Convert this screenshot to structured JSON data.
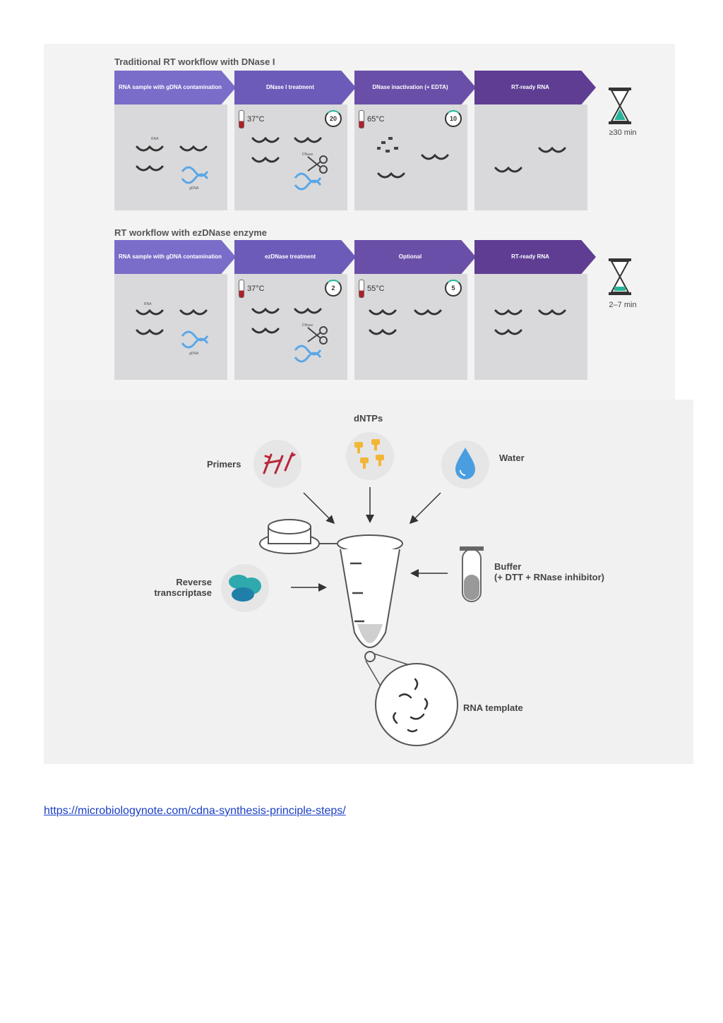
{
  "workflow_traditional": {
    "title": "Traditional RT workflow with DNase I",
    "steps": [
      {
        "label": "RNA sample with gDNA contamination",
        "temp": "",
        "timer": ""
      },
      {
        "label": "DNase I treatment",
        "temp": "37°C",
        "timer": "20"
      },
      {
        "label": "DNase inactivation (+ EDTA)",
        "temp": "65°C",
        "timer": "10"
      },
      {
        "label": "RT-ready RNA",
        "temp": "",
        "timer": ""
      }
    ],
    "duration": "≥30 min",
    "tags": {
      "rna": "RNA",
      "gdna": "gDNA",
      "dnase": "DNase"
    }
  },
  "workflow_ez": {
    "title": "RT workflow with ezDNase enzyme",
    "steps": [
      {
        "label": "RNA sample with gDNA contamination",
        "temp": "",
        "timer": ""
      },
      {
        "label": "ezDNase treatment",
        "temp": "37°C",
        "timer": "2"
      },
      {
        "label": "Optional",
        "temp": "55°C",
        "timer": "5"
      },
      {
        "label": "RT-ready RNA",
        "temp": "",
        "timer": ""
      }
    ],
    "duration": "2–7 min",
    "tags": {
      "rna": "RNA",
      "gdna": "gDNA",
      "dnase": "DNase"
    }
  },
  "reaction": {
    "dntps": "dNTPs",
    "primers": "Primers",
    "water": "Water",
    "reverse_transcriptase_line1": "Reverse",
    "reverse_transcriptase_line2": "transcriptase",
    "buffer_line1": "Buffer",
    "buffer_line2": "(+ DTT + RNase inhibitor)",
    "rna_template": "RNA template"
  },
  "source_link": "https://microbiologynote.com/cdna-synthesis-principle-steps/",
  "colors": {
    "banner_1": "#7a6dc9",
    "banner_2": "#6d5bb9",
    "banner_3": "#6a4fa8",
    "banner_4": "#5e3d93",
    "teal": "#28b49a",
    "primer_red": "#b8263a",
    "dntp_yellow": "#f2b636",
    "water_blue": "#4a9ee0",
    "rt_teal": "#2ea9ad"
  }
}
